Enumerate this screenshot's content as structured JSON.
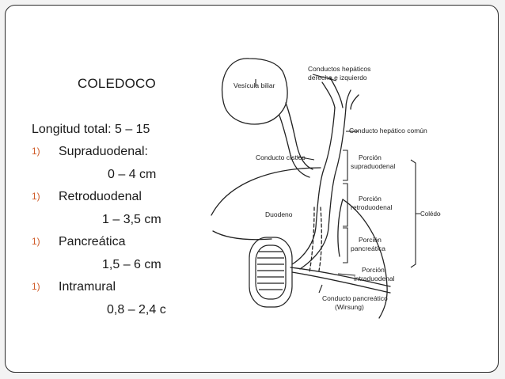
{
  "slide": {
    "title": "COLEDOCO",
    "total_length": "Longitud total: 5 – 15",
    "items": [
      {
        "number": "1)",
        "label": "Supraduodenal:",
        "range": "0 – 4 cm"
      },
      {
        "number": "1)",
        "label": "Retroduodenal",
        "range": "1 – 3,5 cm"
      },
      {
        "number": "1)",
        "label": "Pancreática",
        "range": "1,5 – 6 cm"
      },
      {
        "number": "1)",
        "label": "Intramural",
        "range": "0,8 – 2,4 c"
      }
    ]
  },
  "figure": {
    "labels": {
      "vesicula": "Vesícula biliar",
      "hepaticos_1": "Conductos hepáticos",
      "hepaticos_2": "derecho e izquierdo",
      "hepatico_comun": "Conducto hepático común",
      "cistico": "Conducto cístico",
      "supra_1": "Porción",
      "supra_2": "supraduodenal",
      "retro_1": "Porción",
      "retro_2": "retroduodenal",
      "coledoco": "Colédoco",
      "duodeno": "Duodeno",
      "panc_1": "Porción",
      "panc_2": "pancreática",
      "intra_1": "Porción",
      "intra_2": "intraduodenal",
      "wirsung_1": "Conducto pancreático",
      "wirsung_2": "(Wirsung)"
    }
  },
  "colors": {
    "number_accent": "#cf5b28",
    "slide_border": "#2a2a2a",
    "text": "#1a1a1a"
  }
}
